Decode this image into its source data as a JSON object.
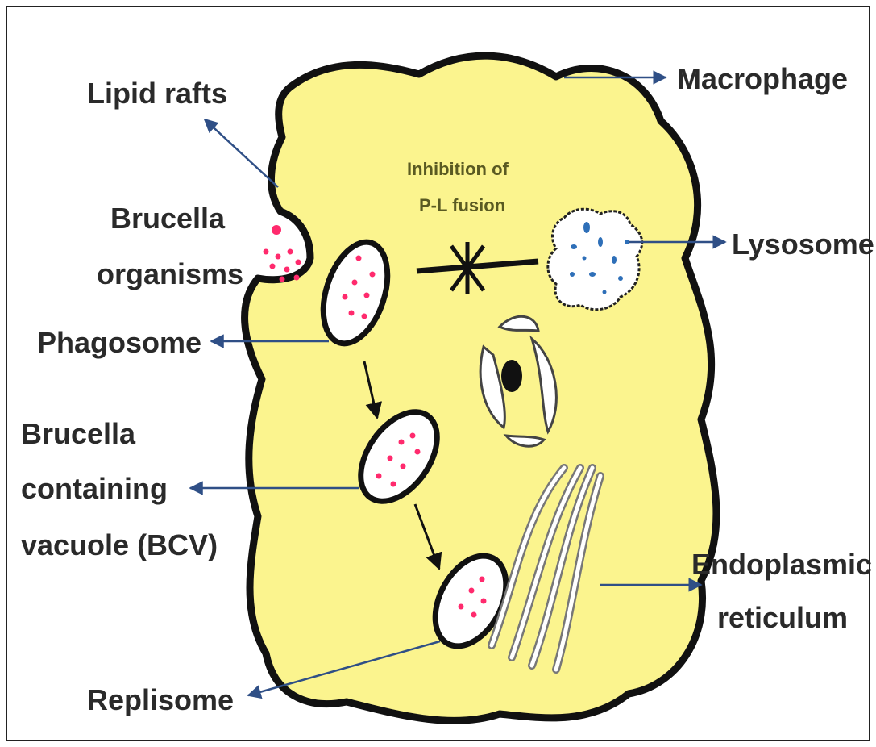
{
  "colors": {
    "cell_fill": "#fbf48e",
    "cell_outline": "#111111",
    "arrow": "#2f4f86",
    "bacteria_dot": "#ff2a6d",
    "lysosome_dot": "#2e6fb8",
    "text": "#2a2a2a",
    "inhibition_text": "#5a5a22"
  },
  "labels": {
    "macrophage": "Macrophage",
    "lipid_rafts": "Lipid rafts",
    "brucella_1": "Brucella",
    "brucella_2": "organisms",
    "inhibition_1": "Inhibition of",
    "inhibition_2": "P-L fusion",
    "lysosome": "Lysosome",
    "phagosome": "Phagosome",
    "bcv_1": "Brucella",
    "bcv_2": "containing",
    "bcv_3": "vacuole (BCV)",
    "er_1": "Endoplasmic",
    "er_2": "reticulum",
    "replisome": "Replisome"
  }
}
